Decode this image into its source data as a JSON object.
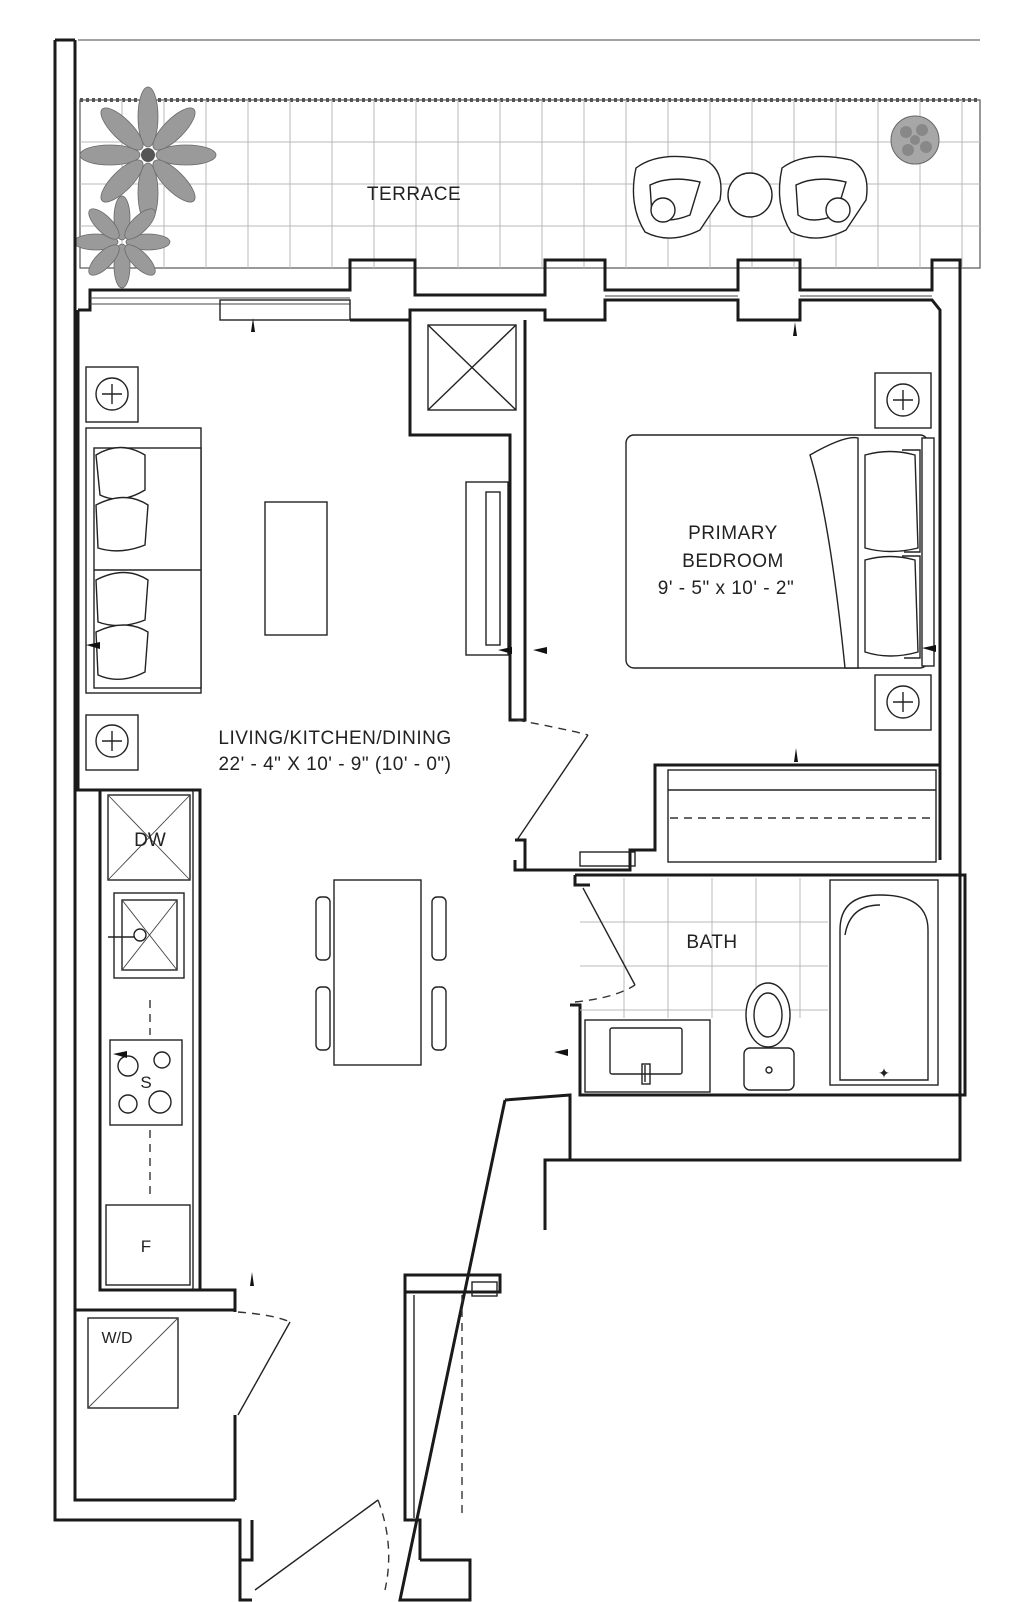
{
  "rooms": {
    "terrace": {
      "label": "TERRACE"
    },
    "living": {
      "label": "LIVING/KITCHEN/DINING",
      "dimensions": "22' - 4\" X 10' - 9\" (10' - 0\")"
    },
    "bedroom": {
      "label_line1": "PRIMARY",
      "label_line2": "BEDROOM",
      "dimensions": "9' - 5\" x 10' - 2\""
    },
    "bath": {
      "label": "BATH"
    }
  },
  "appliances": {
    "dishwasher": "DW",
    "stove": "S",
    "fridge": "F",
    "washer_dryer": "W/D"
  }
}
